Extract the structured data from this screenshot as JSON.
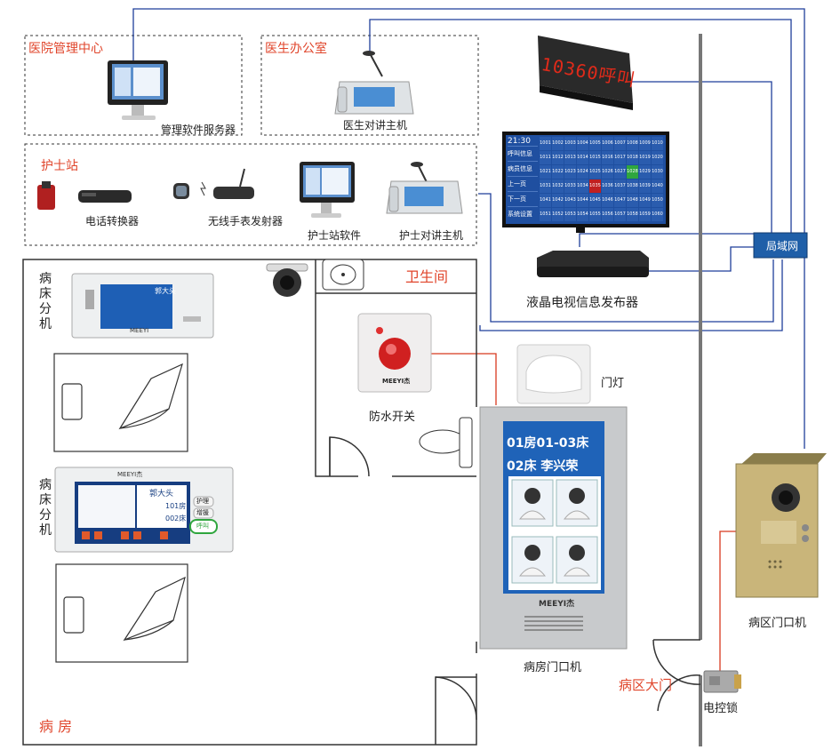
{
  "zones": {
    "hospital_mgmt": "医院管理中心",
    "doctor_office": "医生办公室",
    "nurse_station": "护士站",
    "bathroom": "卫生间",
    "ward": "病  房",
    "ward_gate": "病区大门"
  },
  "devices": {
    "mgmt_server": "管理软件服务器",
    "doctor_intercom": "医生对讲主机",
    "phone_converter": "电话转换器",
    "wireless_transmitter": "无线手表发射器",
    "nurse_software": "护士站软件",
    "nurse_intercom": "护士对讲主机",
    "lcd_publisher": "液晶电视信息发布器",
    "lan": "局域网",
    "waterproof_switch": "防水开关",
    "door_light": "门灯",
    "room_door_unit": "病房门口机",
    "ward_door_unit": "病区门口机",
    "electric_lock": "电控锁",
    "bed_extension_1": "病床分机",
    "bed_extension_2": "病床分机"
  },
  "led_sign": "10360呼叫",
  "door_panel": {
    "line1": "01房01-03床",
    "line2": "02床 李兴荣",
    "brand": "MEEYI杰"
  },
  "tv_screen": {
    "time": "21:30",
    "menu": [
      "呼叫信息",
      "病员信息",
      "上一页",
      "下一页",
      "系统设置"
    ],
    "rows": [
      [
        "1001",
        "1002",
        "1003",
        "1004",
        "1005",
        "1006",
        "1007",
        "1008",
        "1009",
        "1010"
      ],
      [
        "1011",
        "1012",
        "1013",
        "1014",
        "1015",
        "1016",
        "1017",
        "1018",
        "1019",
        "1020"
      ],
      [
        "1021",
        "1022",
        "1023",
        "1024",
        "1025",
        "1026",
        "1027",
        "1028",
        "1029",
        "1030"
      ],
      [
        "1031",
        "1032",
        "1033",
        "1034",
        "1035",
        "1036",
        "1037",
        "1038",
        "1039",
        "1040"
      ],
      [
        "1041",
        "1042",
        "1043",
        "1044",
        "1045",
        "1046",
        "1047",
        "1048",
        "1049",
        "1050"
      ],
      [
        "1051",
        "1052",
        "1053",
        "1054",
        "1055",
        "1056",
        "1057",
        "1058",
        "1059",
        "1060"
      ]
    ]
  },
  "bed_unit_1": {
    "name": "郭大头",
    "brand": "MEEYI"
  },
  "bed_unit_2": {
    "brand": "MEEYI杰",
    "name": "郭大头",
    "room": "101房",
    "bed": "002床",
    "btn_care": "护理",
    "btn_add": "增援",
    "btn_call": "呼叫"
  },
  "pushbutton_brand": "MEEYI杰"
}
